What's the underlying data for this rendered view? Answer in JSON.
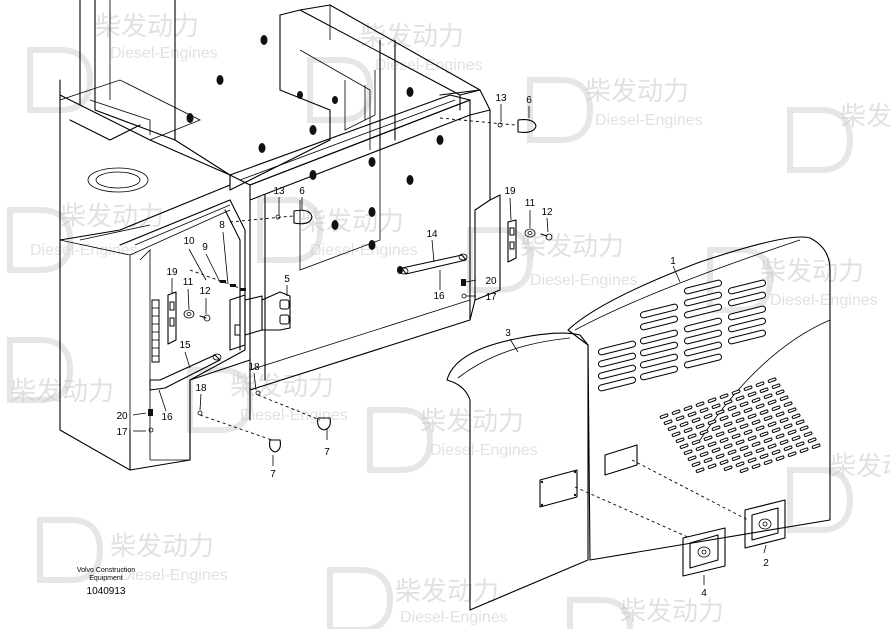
{
  "watermark": {
    "brand_cn": "柴发动力",
    "brand_en": "Diesel-Engines"
  },
  "footer": {
    "caption_line1": "Volvo Construction",
    "caption_line2": "Equipment",
    "drawing_number": "1040913"
  },
  "callouts": {
    "c1": "1",
    "c2": "2",
    "c3": "3",
    "c4": "4",
    "c5": "5",
    "c6a": "6",
    "c6b": "6",
    "c7a": "7",
    "c7b": "7",
    "c8": "8",
    "c9": "9",
    "c10": "10",
    "c11a": "11",
    "c11b": "11",
    "c12a": "12",
    "c12b": "12",
    "c13a": "13",
    "c13b": "13",
    "c14": "14",
    "c15": "15",
    "c16a": "16",
    "c16b": "16",
    "c17a": "17",
    "c17b": "17",
    "c18a": "18",
    "c18b": "18",
    "c19a": "19",
    "c19b": "19",
    "c20a": "20",
    "c20b": "20"
  },
  "colors": {
    "line": "#000000",
    "background": "#ffffff",
    "watermark": "#c9c9c9"
  }
}
